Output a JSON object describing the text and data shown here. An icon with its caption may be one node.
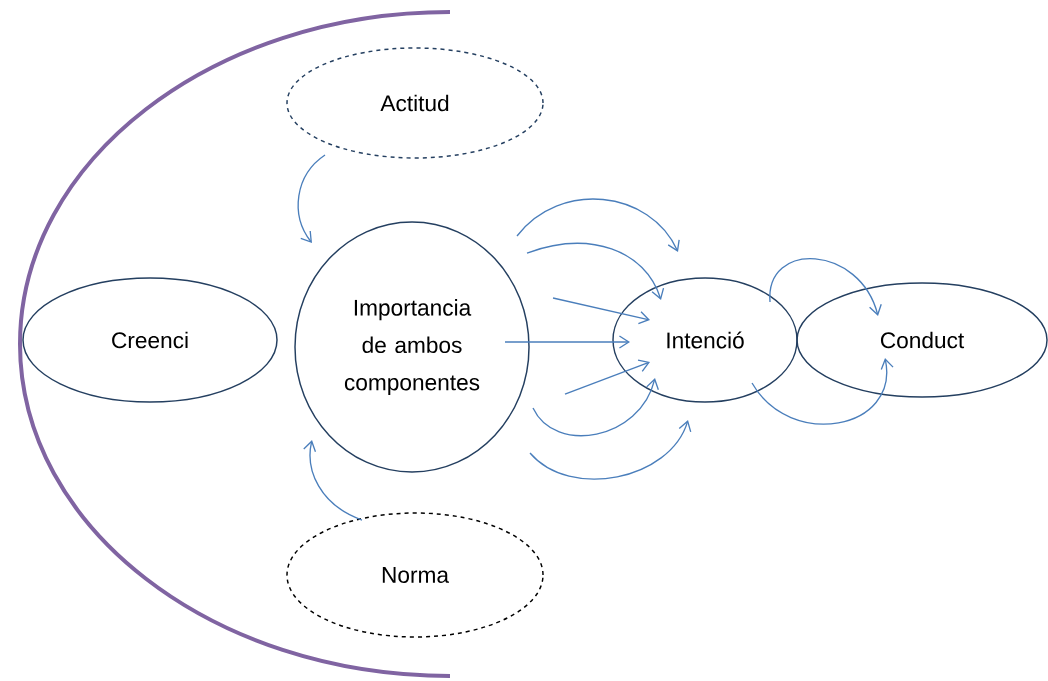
{
  "diagram": {
    "nodes": [
      {
        "text": [
          "Actitud"
        ]
      },
      {
        "text": [
          "Creenci"
        ]
      },
      {
        "text": [
          "Importancia de ambos componentes"
        ]
      },
      {
        "text": [
          "Intenció"
        ]
      },
      {
        "text": [
          "Conduct"
        ]
      },
      {
        "text": [
          "Norma"
        ]
      }
    ],
    "edges": [
      {
        "from": 0,
        "to": 2,
        "arrow": "to"
      },
      {
        "from": 5,
        "to": 2,
        "arrow": "to"
      },
      {
        "from": 2,
        "to": 3,
        "arrow": "to"
      },
      {
        "from": 2,
        "to": 3,
        "arrow": "to"
      },
      {
        "from": 2,
        "to": 3,
        "arrow": "to"
      },
      {
        "from": 2,
        "to": 3,
        "arrow": "to"
      },
      {
        "from": 2,
        "to": 3,
        "arrow": "to"
      },
      {
        "from": 2,
        "to": 3,
        "arrow": "to"
      },
      {
        "from": 2,
        "to": 3,
        "arrow": "to"
      },
      {
        "from": 3,
        "to": 4,
        "arrow": "to"
      },
      {
        "from": 3,
        "to": 4,
        "arrow": "to"
      }
    ]
  }
}
